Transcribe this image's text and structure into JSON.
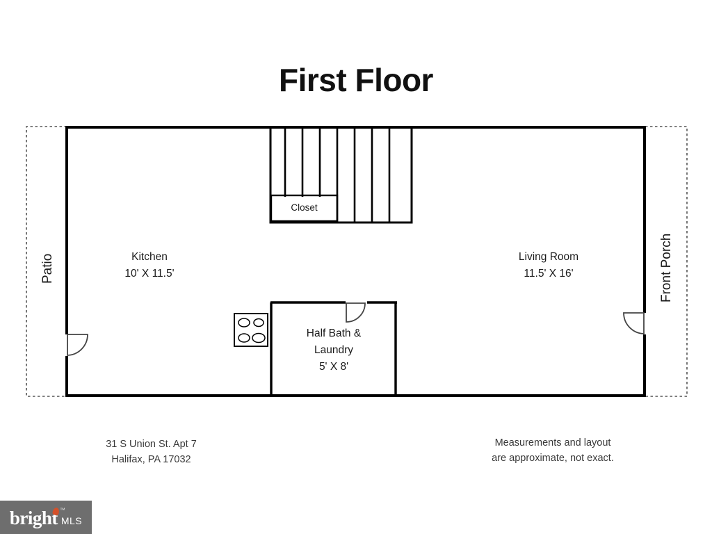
{
  "title": "First Floor",
  "rooms": {
    "kitchen": {
      "name": "Kitchen",
      "dimensions": "10' X 11.5'"
    },
    "living_room": {
      "name": "Living Room",
      "dimensions": "11.5' X 16'"
    },
    "half_bath": {
      "name": "Half Bath &",
      "name_line2": "Laundry",
      "dimensions": "5' X 8'"
    },
    "closet": {
      "name": "Closet"
    }
  },
  "exterior": {
    "patio": "Patio",
    "front_porch": "Front Porch"
  },
  "footer": {
    "address_line1": "31 S Union St. Apt 7",
    "address_line2": "Halifax, PA 17032",
    "disclaimer_line1": "Measurements and layout",
    "disclaimer_line2": "are approximate, not exact."
  },
  "watermark": {
    "brand": "bright",
    "suffix": "MLS",
    "trademark": "™",
    "background_color": "#6e6e6e",
    "accent_color": "#d4512a"
  },
  "colors": {
    "wall": "#000000",
    "thin_line": "#333333",
    "dashed_boundary": "#555555",
    "text": "#1a1a1a"
  },
  "fixtures": {
    "stove": "stove-burners",
    "doors": [
      "patio-door",
      "front-porch-door",
      "half-bath-door"
    ],
    "stairs": "staircase"
  }
}
